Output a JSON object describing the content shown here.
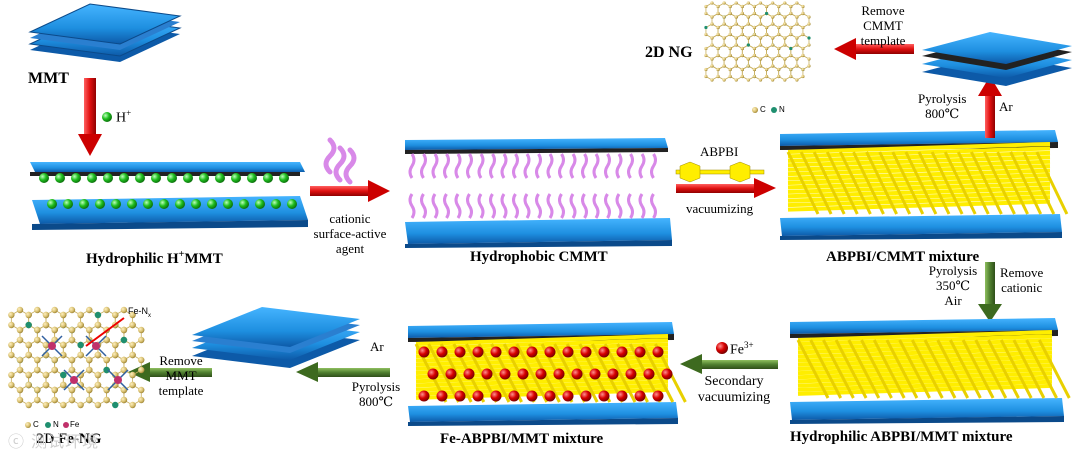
{
  "labels": {
    "mmt": "MMT",
    "h_plus": "H",
    "h_plus_sup": "+",
    "hydrophilic_hmmt_pre": "Hydrophilic H",
    "hydrophilic_hmmt_sup": "+",
    "hydrophilic_hmmt_post": "MMT",
    "cationic_line1": "cationic",
    "cationic_line2": "surface-active",
    "cationic_line3": "agent",
    "hydrophobic_cmmt": "Hydrophobic CMMT",
    "abpbi": "ABPBI",
    "vacuumizing": "vacuumizing",
    "abpbi_cmmt_mixture": "ABPBI/CMMT mixture",
    "pyrolysis_top_line1": "Pyrolysis",
    "pyrolysis_top_line2": "800℃",
    "ar_top": "Ar",
    "remove_cmmt_line1": "Remove",
    "remove_cmmt_line2": "CMMT",
    "remove_cmmt_line3": "template",
    "ng_2d": "2D NG",
    "legend_c": "C",
    "legend_n": "N",
    "pyrolysis_350_line1": "Pyrolysis",
    "pyrolysis_350_line2": "350℃",
    "pyrolysis_350_line3": "Air",
    "remove_cationic_line1": "Remove",
    "remove_cationic_line2": "cationic",
    "hydrophilic_abpbi_mmt": "Hydrophilic ABPBI/MMT mixture",
    "fe3": "Fe",
    "fe3_sup": "3+",
    "secondary_line1": "Secondary",
    "secondary_line2": "vacuumizing",
    "fe_abpbi_mmt": "Fe-ABPBI/MMT mixture",
    "ar_bottom": "Ar",
    "pyrolysis_bottom_line1": "Pyrolysis",
    "pyrolysis_bottom_line2": "800℃",
    "remove_mmt_line1": "Remove",
    "remove_mmt_line2": "MMT",
    "remove_mmt_line3": "template",
    "fe_ng_2d": "2D Fe-NG",
    "fe_nx": "Fe-N",
    "fe_nx_sub": "x",
    "legend_fe": "Fe",
    "watermark": "ⓒ 测试环境"
  },
  "colors": {
    "layer_blue": "#1e8fe0",
    "layer_dark": "#0d5aa8",
    "arrow_red": "#e01010",
    "arrow_green": "#3d6a1f",
    "h_ion_green": "#1fbf1f",
    "surfactant_pink": "#d889e8",
    "abpbi_yellow": "#ffee00",
    "fe_red": "#d80000",
    "carbon_tan": "#d8c070",
    "nitrogen_teal": "#1f8f6f",
    "fe_pink": "#c0306a"
  },
  "icons": {
    "arrow_down": "red-arrow-down",
    "arrow_right": "red-arrow-right",
    "arrow_left": "red-arrow-left",
    "arrow_up": "red-arrow-up",
    "green_arrow_down": "green-arrow-down",
    "green_arrow_left": "green-arrow-left"
  }
}
